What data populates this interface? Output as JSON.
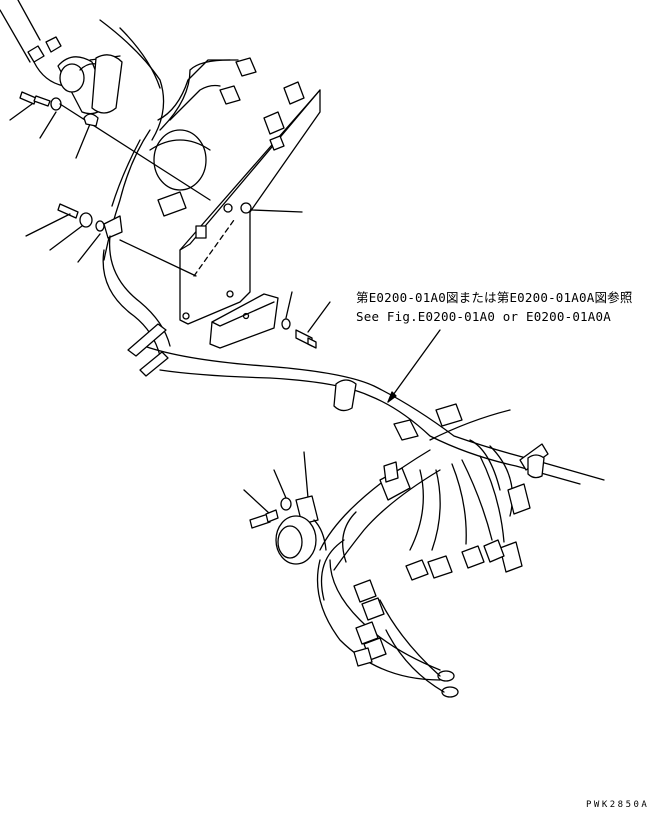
{
  "reference_note": {
    "line_ja": "第E0200-01A0図または第E0200-01A0A図参照",
    "line_en": "See Fig.E0200-01A0 or E0200-01A0A"
  },
  "drawing_code": "PWK2850A"
}
